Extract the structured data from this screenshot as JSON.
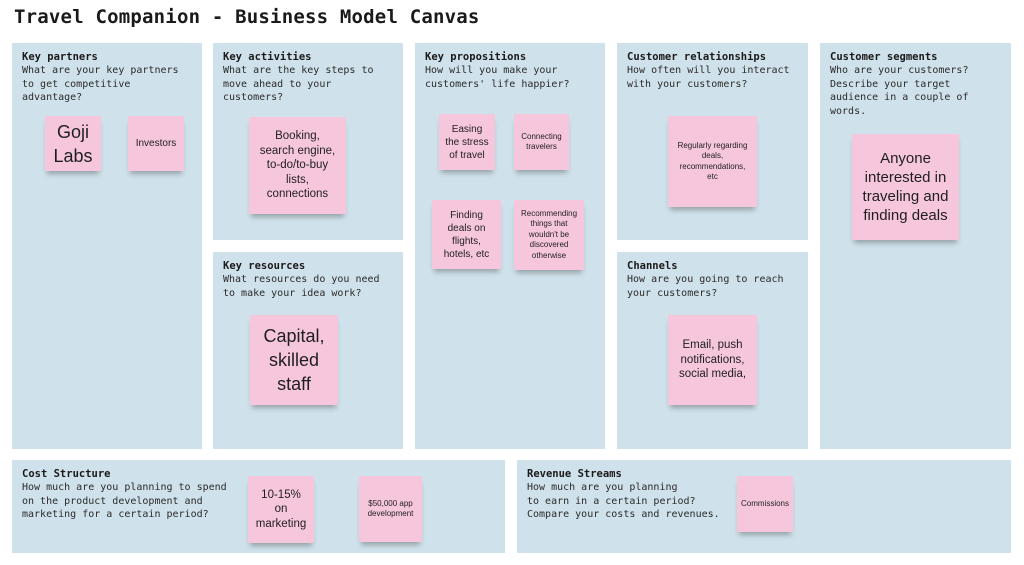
{
  "title": "Travel Companion - Business Model Canvas",
  "sections": {
    "key_partners": {
      "title": "Key partners",
      "question": "What are your key partners\nto get competitive\nadvantage?",
      "notes": [
        "Goji\nLabs",
        "Investors"
      ]
    },
    "key_activities": {
      "title": "Key activities",
      "question": "What are the key steps to\nmove ahead to your\ncustomers?",
      "notes": [
        "Booking,\nsearch engine,\nto-do/to-buy\nlists,\nconnections"
      ]
    },
    "key_resources": {
      "title": "Key resources",
      "question": "What resources do you need\nto make your idea work?",
      "notes": [
        "Capital,\nskilled\nstaff"
      ]
    },
    "key_propositions": {
      "title": "Key propositions",
      "question": "How will you make your\ncustomers' life happier?",
      "notes": [
        "Easing\nthe stress\nof travel",
        "Connecting\ntravelers",
        "Finding\ndeals on\nflights,\nhotels, etc",
        "Recommending\nthings that\nwouldn't be\ndiscovered\notherwise"
      ]
    },
    "customer_relationships": {
      "title": "Customer relationships",
      "question": "How often will you interact\nwith your customers?",
      "notes": [
        "Regularly regarding\ndeals,\nrecommendations,\netc"
      ]
    },
    "channels": {
      "title": "Channels",
      "question": "How are you going to reach\nyour customers?",
      "notes": [
        "Email, push\nnotifications,\nsocial media,"
      ]
    },
    "customer_segments": {
      "title": "Customer segments",
      "question": "Who are your customers?\nDescribe your target\naudience in a couple of\nwords.",
      "notes": [
        "Anyone\ninterested in\ntraveling and\nfinding deals"
      ]
    },
    "cost_structure": {
      "title": "Cost Structure",
      "question": "How much are you planning to spend\non the product development and\nmarketing for a certain period?",
      "notes": [
        "10-15%\non\nmarketing",
        "$50,000 app\ndevelopment"
      ]
    },
    "revenue_streams": {
      "title": "Revenue Streams",
      "question": "How much are you planning\nto earn in a certain period?\nCompare your costs and revenues.",
      "notes": [
        "Commissions"
      ]
    }
  },
  "colors": {
    "section_bg": "#cfe1ea",
    "sticky_note": "#f6c6dd"
  }
}
